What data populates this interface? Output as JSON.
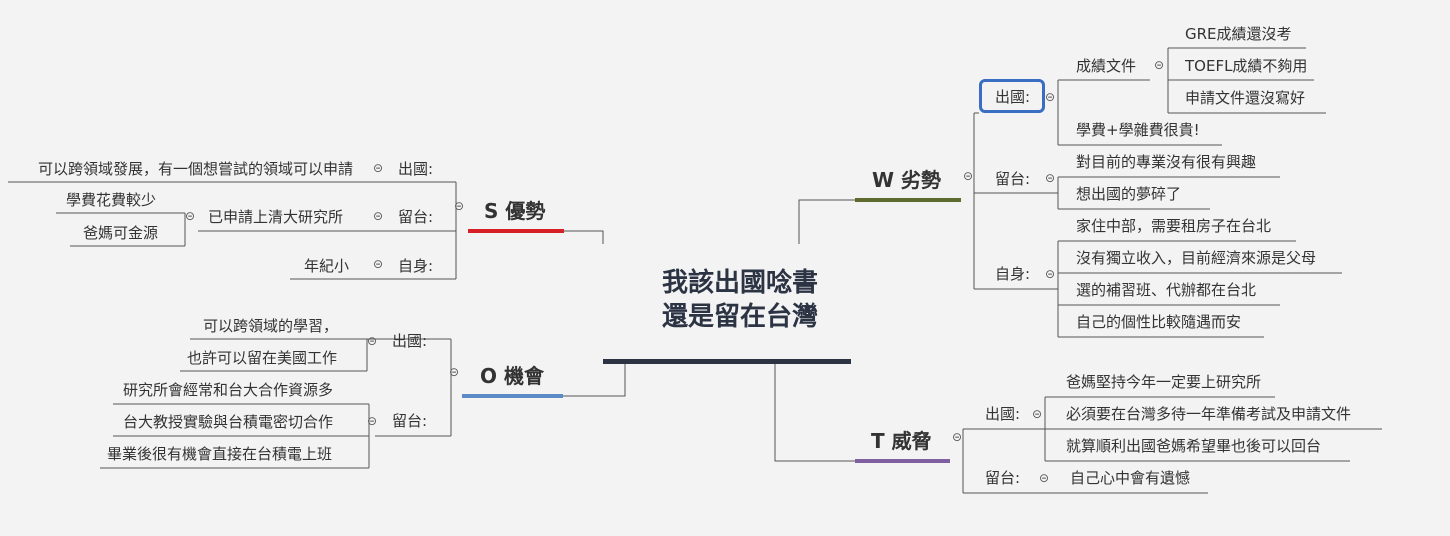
{
  "central": {
    "line1": "我該出國唸書",
    "line2": "還是留在台灣"
  },
  "collapse_icon": "⊝",
  "colors": {
    "S": "#d61f26",
    "W": "#5d6b2f",
    "O": "#5b8bc6",
    "T": "#7f5fa0",
    "central": "#2c3444",
    "selection": "#3a6ec2"
  },
  "S": {
    "title": "S 優勢",
    "abroad": {
      "label": "出國:",
      "items": [
        "可以跨領域發展，有一個想嘗試的領域可以申請"
      ]
    },
    "stay": {
      "label": "留台:",
      "item": "已申請上清大研究所",
      "subitems": [
        "學費花費較少",
        "爸媽可金源"
      ]
    },
    "self": {
      "label": "自身:",
      "items": [
        "年紀小"
      ]
    }
  },
  "O": {
    "title": "O 機會",
    "abroad": {
      "label": "出國:",
      "items": [
        "可以跨領域的學習，",
        "也許可以留在美國工作"
      ]
    },
    "stay": {
      "label": "留台:",
      "items": [
        "研究所會經常和台大合作資源多",
        "台大教授實驗與台積電密切合作",
        "畢業後很有機會直接在台積電上班"
      ]
    }
  },
  "W": {
    "title": "W 劣勢",
    "abroad": {
      "label": "出國:",
      "docs_label": "成績文件",
      "docs": [
        "GRE成績還沒考",
        "TOEFL成績不夠用",
        "申請文件還沒寫好"
      ],
      "fees": "學費+學雜費很貴!"
    },
    "stay": {
      "label": "留台:",
      "items": [
        "對目前的專業沒有很有興趣",
        "想出國的夢碎了"
      ]
    },
    "self": {
      "label": "自身:",
      "items": [
        "家住中部，需要租房子在台北",
        "沒有獨立收入，目前經濟來源是父母",
        "選的補習班、代辦都在台北",
        "自己的個性比較隨遇而安"
      ]
    }
  },
  "T": {
    "title": "T 威脅",
    "abroad": {
      "label": "出國:",
      "items": [
        "爸媽堅持今年一定要上研究所",
        "必須要在台灣多待一年準備考試及申請文件",
        "就算順利出國爸媽希望畢也後可以回台"
      ]
    },
    "stay": {
      "label": "留台:",
      "items": [
        "自己心中會有遺憾"
      ]
    }
  }
}
